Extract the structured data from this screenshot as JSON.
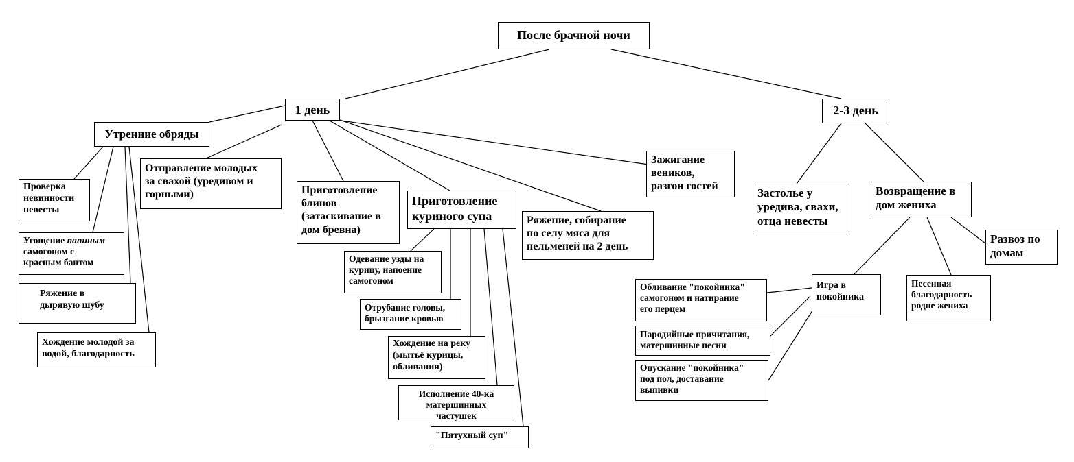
{
  "nodes": {
    "root": {
      "lines": [
        "После брачной ночи"
      ]
    },
    "day1": {
      "lines": [
        "1 день"
      ]
    },
    "day23": {
      "lines": [
        "2-3 день"
      ]
    },
    "morning": {
      "lines": [
        "Утренние обряды"
      ]
    },
    "virginity": {
      "lines": [
        "Проверка",
        "невинности",
        "невесты"
      ]
    },
    "treat": {
      "line1_pre": "Угощение ",
      "line1_em": "папиным",
      "lines": [
        "самогоном с",
        "красным бантом"
      ]
    },
    "fur": {
      "lines": [
        "Ряжение в",
        "дырявую шубу"
      ]
    },
    "water": {
      "lines": [
        "Хождение молодой за",
        "водой, благодарность"
      ]
    },
    "matchmaker": {
      "lines": [
        "Отправление молодых",
        "за свахой (уредивом и",
        "горными)"
      ]
    },
    "pancakes": {
      "lines": [
        "Приготовление",
        "блинов",
        "(затаскивание в",
        "дом бревна)"
      ]
    },
    "soup": {
      "lines": [
        "Приготовление",
        "куриного супа"
      ]
    },
    "bridle": {
      "lines": [
        "Одевание узды на",
        "курицу,  напоение",
        "самогоном"
      ]
    },
    "head": {
      "lines": [
        "Отрубание головы,",
        "брызгание кровью"
      ]
    },
    "river": {
      "lines": [
        "Хождение на реку",
        "(мытьё курицы,",
        "обливания)"
      ]
    },
    "songs": {
      "lines": [
        "Исполнение 40-ка",
        "матершинных",
        "частушек"
      ]
    },
    "rooster": {
      "lines": [
        "\"Пятухный суп\""
      ]
    },
    "mummers": {
      "lines": [
        "Ряжение, собирание",
        "по селу мяса для",
        "пельменей на 2 день"
      ]
    },
    "brooms": {
      "lines": [
        "Зажигание",
        "веников,",
        "разгон гостей"
      ]
    },
    "feast": {
      "lines": [
        "Застолье у",
        "уредива, свахи,",
        "отца невесты"
      ]
    },
    "return": {
      "lines": [
        "Возвращение в",
        "дом жениха"
      ]
    },
    "homes": {
      "lines": [
        "Развоз по",
        "домам"
      ]
    },
    "game": {
      "lines": [
        "Игра в",
        "покойника"
      ]
    },
    "dousing": {
      "lines": [
        "Обливание \"покойника\"",
        "самогоном и натирание",
        "его перцем"
      ]
    },
    "laments": {
      "lines": [
        "Пародийные причитания,",
        "матершинные   песни"
      ]
    },
    "lowering": {
      "lines": [
        "Опускание \"покойника\"",
        "под пол, доставание",
        "выпивки"
      ]
    },
    "thanks": {
      "lines": [
        "Песенная",
        "благодарность",
        "родне жениха"
      ]
    }
  }
}
